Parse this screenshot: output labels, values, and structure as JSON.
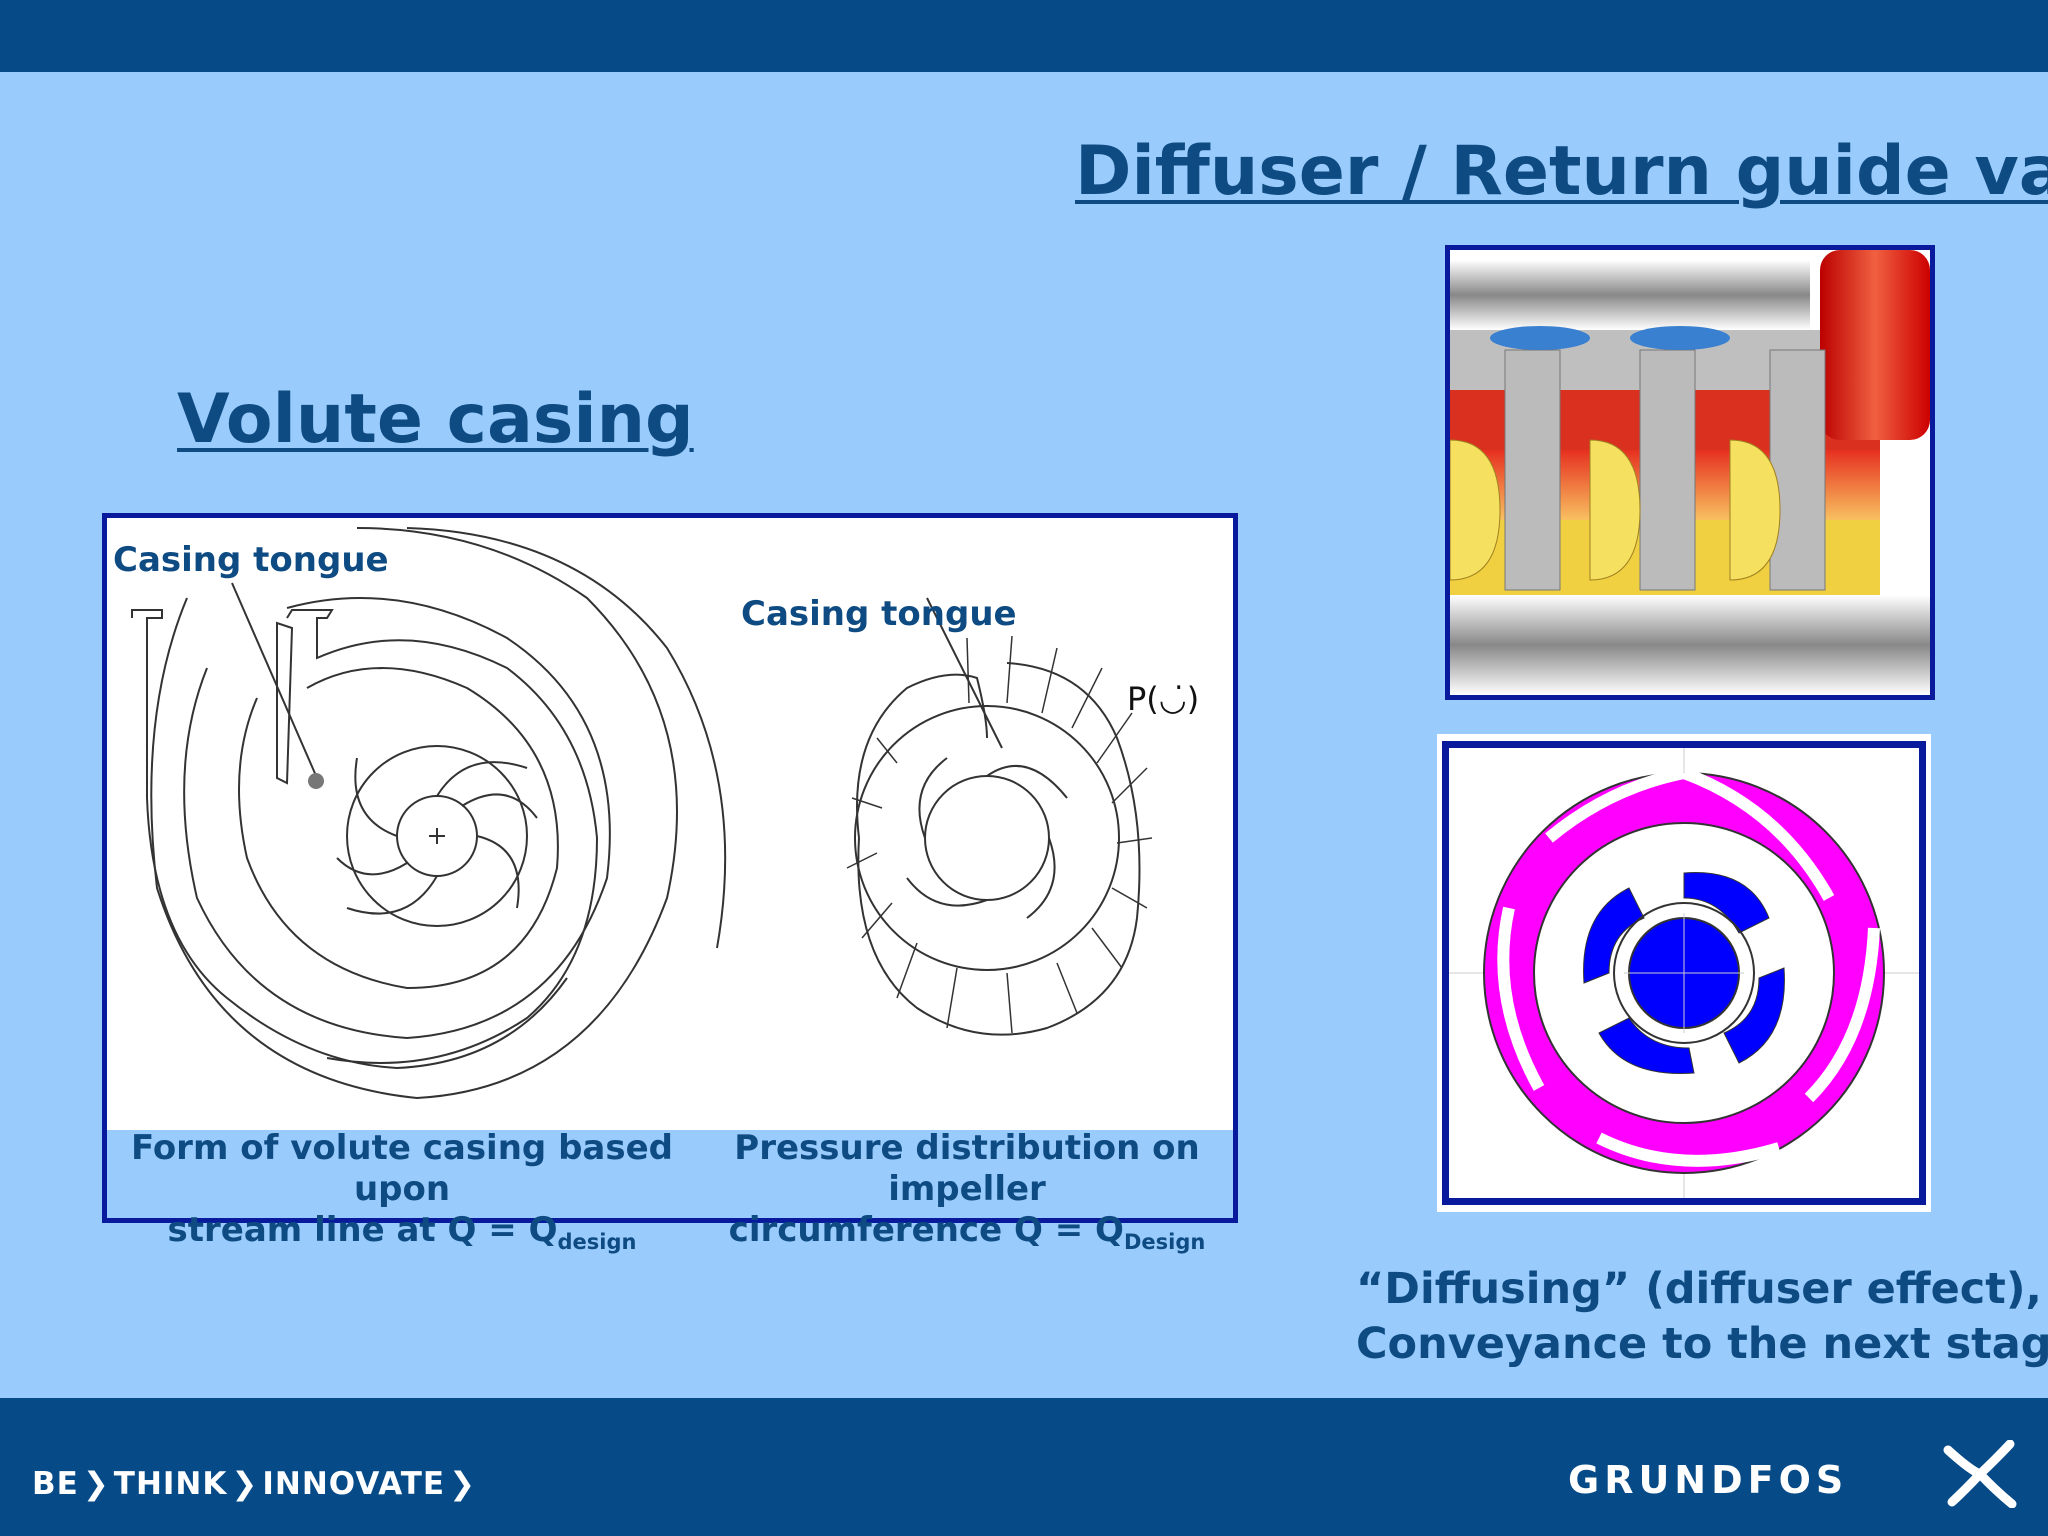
{
  "header": {
    "title_diffuser": "Diffuser / Return guide vanes",
    "title_volute": "Volute casing"
  },
  "volute_panel": {
    "label_left": "Casing tongue",
    "label_right": "Casing tongue",
    "pressure_label": "P(◡̇)",
    "caption_left": {
      "line1": "Form of volute casing based",
      "line2": "upon",
      "line3": "stream line at Q = Q",
      "sub": "design"
    },
    "caption_right": {
      "line1": "Pressure distribution on",
      "line2": "impeller",
      "line3": "circumference Q = Q",
      "sub": "Design"
    }
  },
  "diffuser_caption": {
    "line1": "“Diffusing” (diffuser effect),",
    "line2": "Conveyance to the next stage"
  },
  "footer": {
    "slogan_be": "BE",
    "slogan_think": "THINK",
    "slogan_innovate": "INNOVATE",
    "brand": "GRUNDFOS"
  },
  "colors": {
    "bar": "#064a87",
    "background": "#99cbfc",
    "text": "#0e4b82",
    "frame": "#0a1a9c",
    "magenta": "#ff00ff",
    "blue": "#0000ff"
  }
}
